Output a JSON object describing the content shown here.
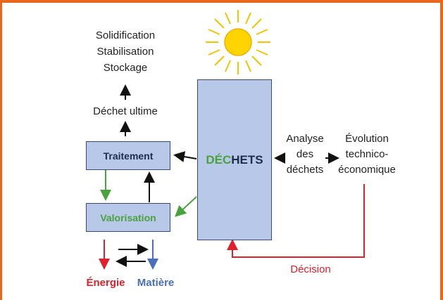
{
  "top_stack": [
    "Solidification",
    "Stabilisation",
    "Stockage"
  ],
  "dechet_ultime": "Déchet ultime",
  "traitement": "Traitement",
  "valorisation": "Valorisation",
  "dechets": {
    "part_green": "DÉC",
    "part_dark": "HETS"
  },
  "analyse": [
    "Analyse",
    "des",
    "déchets"
  ],
  "evolution": [
    "Évolution",
    "technico-",
    "économique"
  ],
  "decision": "Décision",
  "energie": "Énergie",
  "matiere": "Matière",
  "colors": {
    "frame": "#e8671c",
    "box_fill": "#b8c8e8",
    "green": "#4aa23c",
    "red": "#e0202a",
    "blue": "#4a6fb8",
    "dark": "#1f2d4d"
  }
}
